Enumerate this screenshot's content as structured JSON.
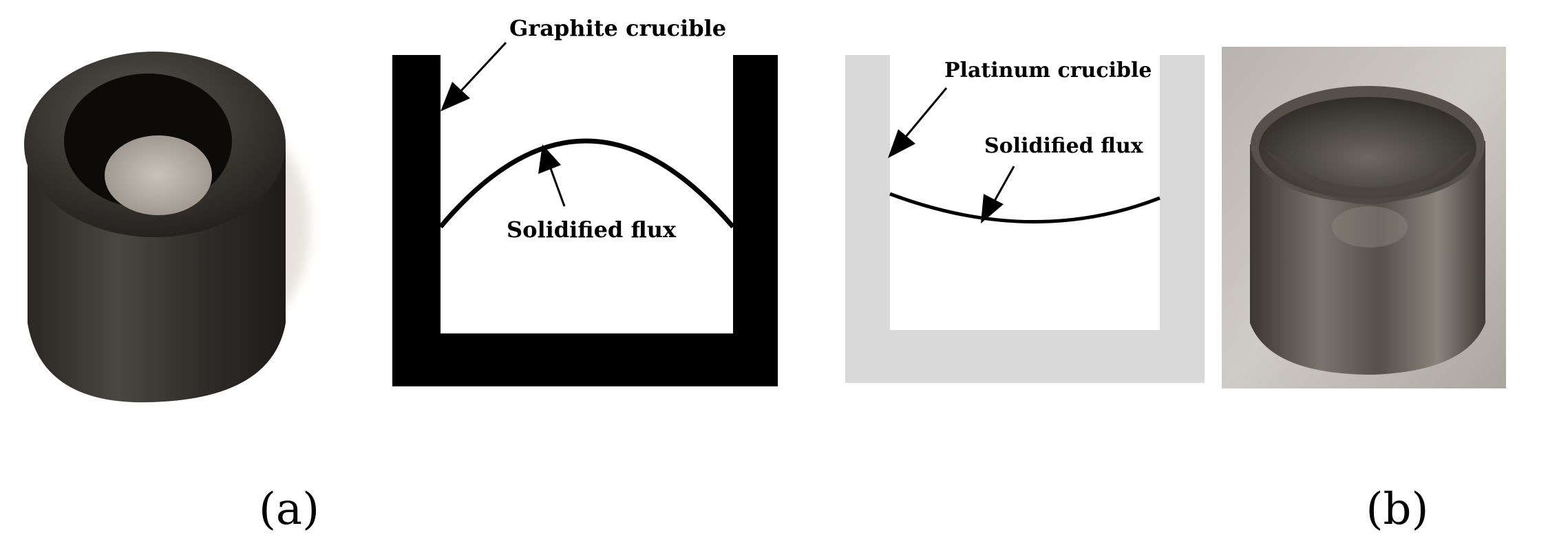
{
  "graphite_diagram": {
    "crucible_label": "Graphite crucible",
    "flux_label": "Solidified flux"
  },
  "platinum_diagram": {
    "crucible_label": "Platinum crucible",
    "flux_label": "Solidified flux"
  },
  "panel_labels": {
    "a": "(a)",
    "b": "(b)"
  },
  "colors": {
    "graphite": "#000000",
    "platinum": "#d9d9d9",
    "flux_line": "#000000"
  }
}
